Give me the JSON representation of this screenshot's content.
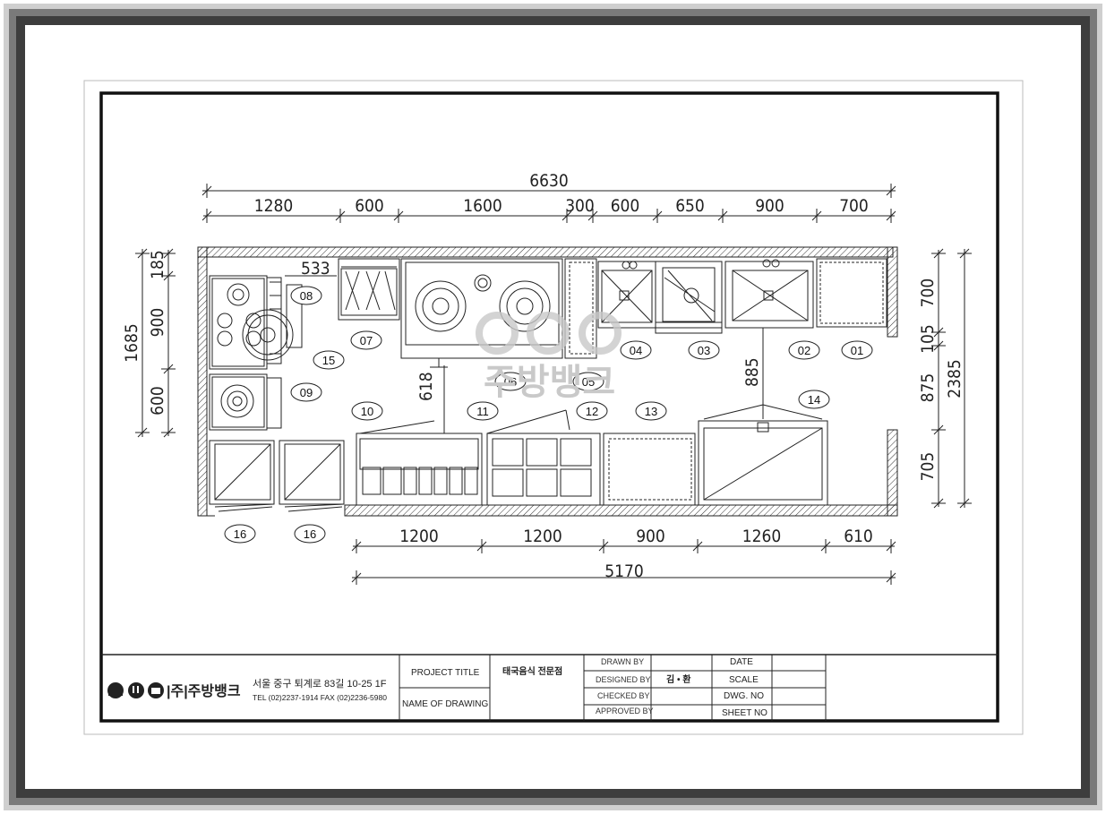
{
  "dimensions": {
    "top_total": "6630",
    "top_segments": [
      "1280",
      "600",
      "1600",
      "300",
      "600",
      "650",
      "900",
      "700"
    ],
    "left_total": "1685",
    "left_segments": [
      "185",
      "900",
      "600"
    ],
    "right_total": "2385",
    "right_segments": [
      "700",
      "105",
      "875",
      "705"
    ],
    "bottom_total": "5170",
    "bottom_segments": [
      "1200",
      "1200",
      "900",
      "1260",
      "610"
    ],
    "inner": {
      "d533": "533",
      "d618": "618",
      "d885": "885"
    }
  },
  "tags": [
    "01",
    "02",
    "03",
    "04",
    "05",
    "06",
    "07",
    "08",
    "09",
    "10",
    "11",
    "12",
    "13",
    "14",
    "15",
    "16",
    "16"
  ],
  "watermark": "주방뱅크",
  "title_block": {
    "brand": "|주|주방뱅크",
    "address": "서울 중구 퇴계로 83길 10-25 1F",
    "tel": "TEL (02)2237-1914 FAX (02)2236-5980",
    "project_title_label": "PROJECT TITLE",
    "project_title_value": "태국음식 전문점",
    "name_of_drawing_label": "NAME OF DRAWING",
    "drawn_by": "DRAWN BY",
    "designed_by": "DESIGNED BY",
    "designer": "김 • 환",
    "checked_by": "CHECKED BY",
    "approved_by": "APPROVED BY",
    "date": "DATE",
    "scale": "SCALE",
    "dwg_no": "DWG. NO",
    "sheet_no": "SHEET NO"
  },
  "colors": {
    "ink": "#1a1a1a",
    "frame_dark": "#555555",
    "frame_light": "#bdbdbd"
  }
}
